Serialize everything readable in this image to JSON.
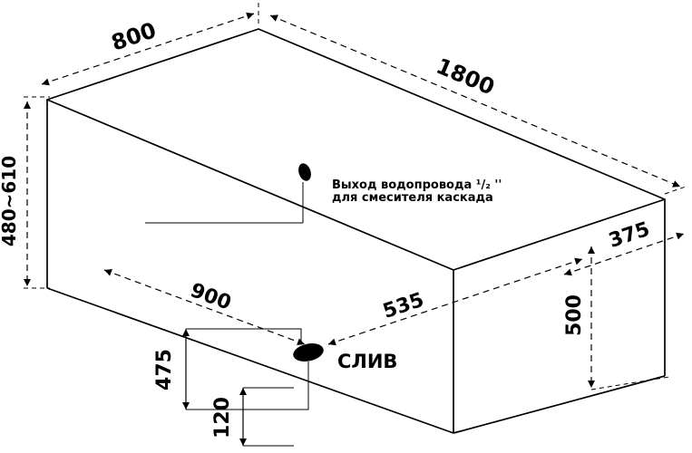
{
  "diagram": {
    "background": "#ffffff",
    "line_color": "#000000",
    "labels": {
      "dim_800": "800",
      "dim_1800": "1800",
      "dim_height_range": "480~610",
      "dim_375": "375",
      "dim_500": "500",
      "dim_900": "900",
      "dim_535": "535",
      "dim_475": "475",
      "dim_120": "120",
      "note_line1": "Выход водопровода ¹/₂ ''",
      "note_line2": "для смесителя каскада",
      "drain": "СЛИВ"
    }
  }
}
